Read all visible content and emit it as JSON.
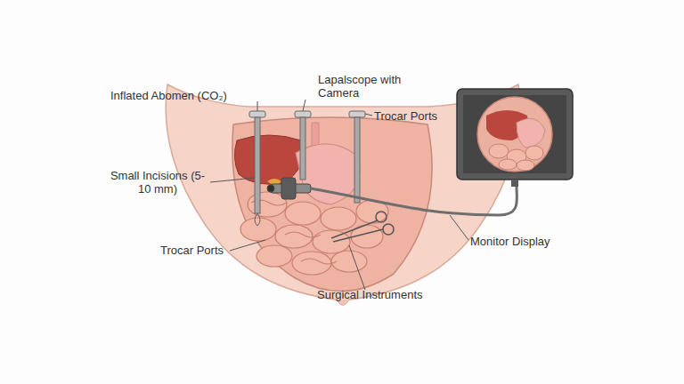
{
  "diagram": {
    "labels": [
      "Lapalscope with Camera",
      "Inflated Abomen (CO₂)",
      "Trocar Ports",
      "Small Incisions (5-10 mm)",
      "Monitor Display",
      "Trocar Ports",
      "Surgical Instruments"
    ]
  }
}
